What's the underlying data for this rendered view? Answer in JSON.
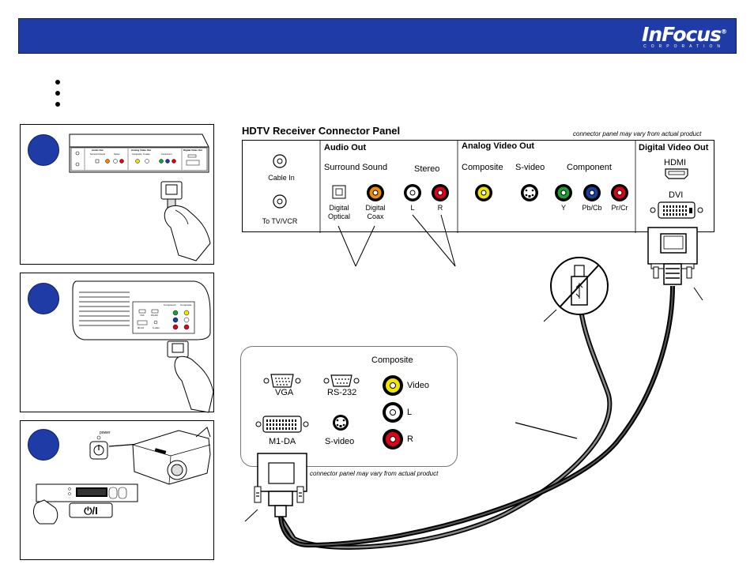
{
  "header": {
    "logo": "InFocus",
    "logo_reg": "®",
    "logo_sub": "CORPORATION"
  },
  "receiver": {
    "title": "HDTV Receiver Connector Panel",
    "note": "connector panel may vary from actual product",
    "cable_in": "Cable In",
    "to_tv": "To TV/VCR",
    "audio_out": "Audio Out",
    "surround": "Surround Sound",
    "stereo": "Stereo",
    "digital_optical": [
      "Digital",
      "Optical"
    ],
    "digital_coax": [
      "Digital",
      "Coax"
    ],
    "left": "L",
    "right": "R",
    "analog_video_out": "Analog Video Out",
    "composite": "Composite",
    "svideo": "S-video",
    "component": "Component",
    "y": "Y",
    "pb": "Pb/Cb",
    "pr": "Pr/Cr",
    "digital_video_out": "Digital Video Out",
    "hdmi": "HDMI",
    "dvi": "DVI"
  },
  "projector_panel": {
    "vga": "VGA",
    "rs232": "RS-232",
    "m1da": "M1-DA",
    "svideo": "S-video",
    "composite": "Composite",
    "video": "Video",
    "left": "L",
    "right": "R",
    "note": "connector panel may vary from actual product"
  },
  "steps": {
    "mini_audio": "Audio Out",
    "mini_analog": "Analog Video Out",
    "mini_digital": "Digital Video Out",
    "mini_surround": "Surround Sound",
    "mini_stereo": "Stereo",
    "mini_composite": "Composite",
    "mini_svideo": "S-video",
    "mini_component": "Component",
    "proj_component": "Component",
    "proj_composite": "Composite",
    "proj_vga": "VGA",
    "proj_rs232": "RS-232",
    "proj_m1da": "M1-DA",
    "proj_svideo": "S-video",
    "power": "power",
    "power_symbol": "⏻/I"
  },
  "colors": {
    "brand_blue": "#1f3ca6",
    "yellow": "#f2e500",
    "orange": "#f08c00",
    "red": "#e3001b",
    "green": "#1e9e3a",
    "blue": "#1d3f9e"
  }
}
